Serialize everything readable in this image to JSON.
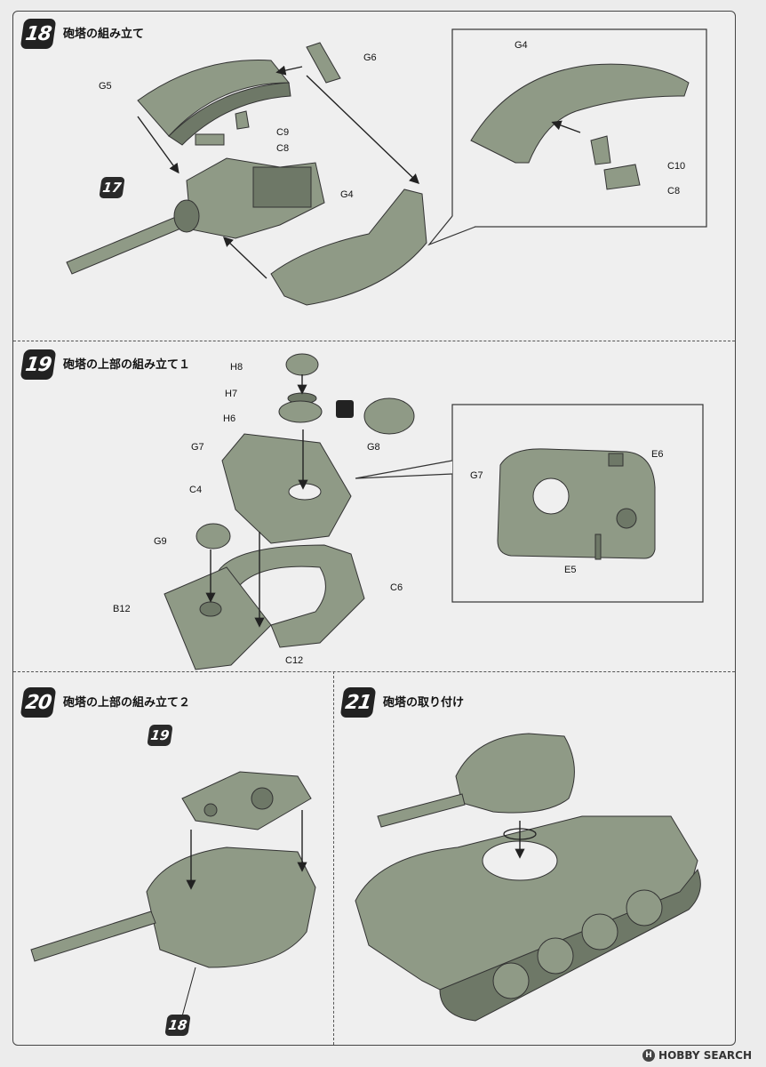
{
  "steps": [
    {
      "number": "18",
      "title": "砲塔の組み立て"
    },
    {
      "number": "19",
      "title": "砲塔の上部の組み立て１"
    },
    {
      "number": "20",
      "title": "砲塔の上部の組み立て２"
    },
    {
      "number": "21",
      "title": "砲塔の取り付け"
    }
  ],
  "refs": {
    "s18": "17",
    "s20_top": "19",
    "s20_bottom": "18"
  },
  "labels18": {
    "g5": "G5",
    "g6": "G6",
    "c9": "C9",
    "c8": "C8",
    "g4": "G4",
    "inset_g4": "G4",
    "inset_c10": "C10",
    "inset_c8": "C8"
  },
  "labels19": {
    "h8": "H8",
    "h7": "H7",
    "h6": "H6",
    "g8": "G8",
    "g7": "G7",
    "c4": "C4",
    "g9": "G9",
    "b12": "B12",
    "c6": "C6",
    "c12": "C12",
    "inset_g7": "G7",
    "inset_e6": "E6",
    "inset_e5": "E5"
  },
  "footer": {
    "brand": "HOBBY SEARCH",
    "mark": "H"
  },
  "colors": {
    "part": "#8f9a86",
    "part_dark": "#6e7867",
    "line": "#333333",
    "paper": "#efefef"
  }
}
